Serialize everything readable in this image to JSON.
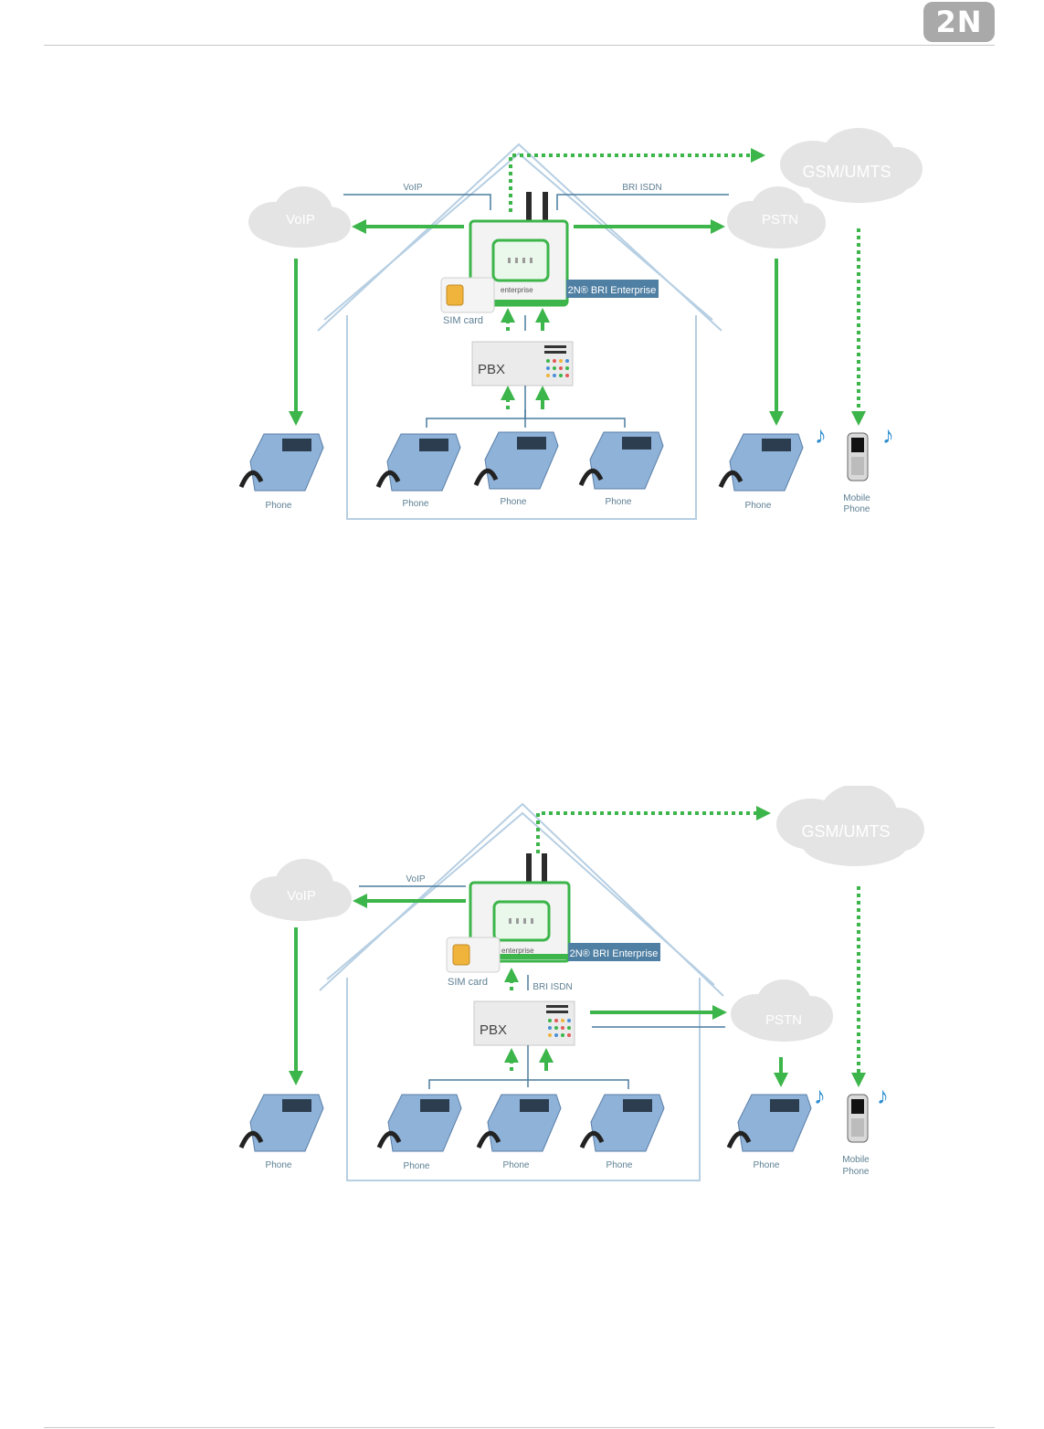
{
  "brand": {
    "logo_text": "2N"
  },
  "colors": {
    "green": "#3cb54a",
    "line_blue": "#4a7c9e",
    "house_outline": "#b7cfe3",
    "cloud_fill": "#e4e4e4",
    "cloud_text": "#ffffff",
    "label_gray": "#5d7f93",
    "device_badge": "#4f7fa3",
    "phone_blue": "#8fb2d8"
  },
  "diagram_1": {
    "clouds": {
      "voip": "VoIP",
      "pstn": "PSTN",
      "gsm": "GSM/UMTS"
    },
    "links": {
      "voip": "VoIP",
      "bri": "BRI ISDN"
    },
    "device": {
      "badge": "2N® BRI Enterprise",
      "brand": "enterprise"
    },
    "sim": "SIM card",
    "pbx": "PBX",
    "phones": {
      "left": "Phone",
      "inner_1": "Phone",
      "inner_2": "Phone",
      "inner_3": "Phone",
      "right": "Phone",
      "mobile_1": "Mobile",
      "mobile_2": "Phone"
    }
  },
  "diagram_2": {
    "clouds": {
      "voip": "VoIP",
      "pstn": "PSTN",
      "gsm": "GSM/UMTS"
    },
    "links": {
      "voip": "VoIP",
      "bri": "BRI ISDN"
    },
    "device": {
      "badge": "2N® BRI Enterprise",
      "brand": "enterprise"
    },
    "sim": "SIM card",
    "pbx": "PBX",
    "phones": {
      "left": "Phone",
      "inner_1": "Phone",
      "inner_2": "Phone",
      "inner_3": "Phone",
      "right": "Phone",
      "mobile_1": "Mobile",
      "mobile_2": "Phone"
    }
  }
}
